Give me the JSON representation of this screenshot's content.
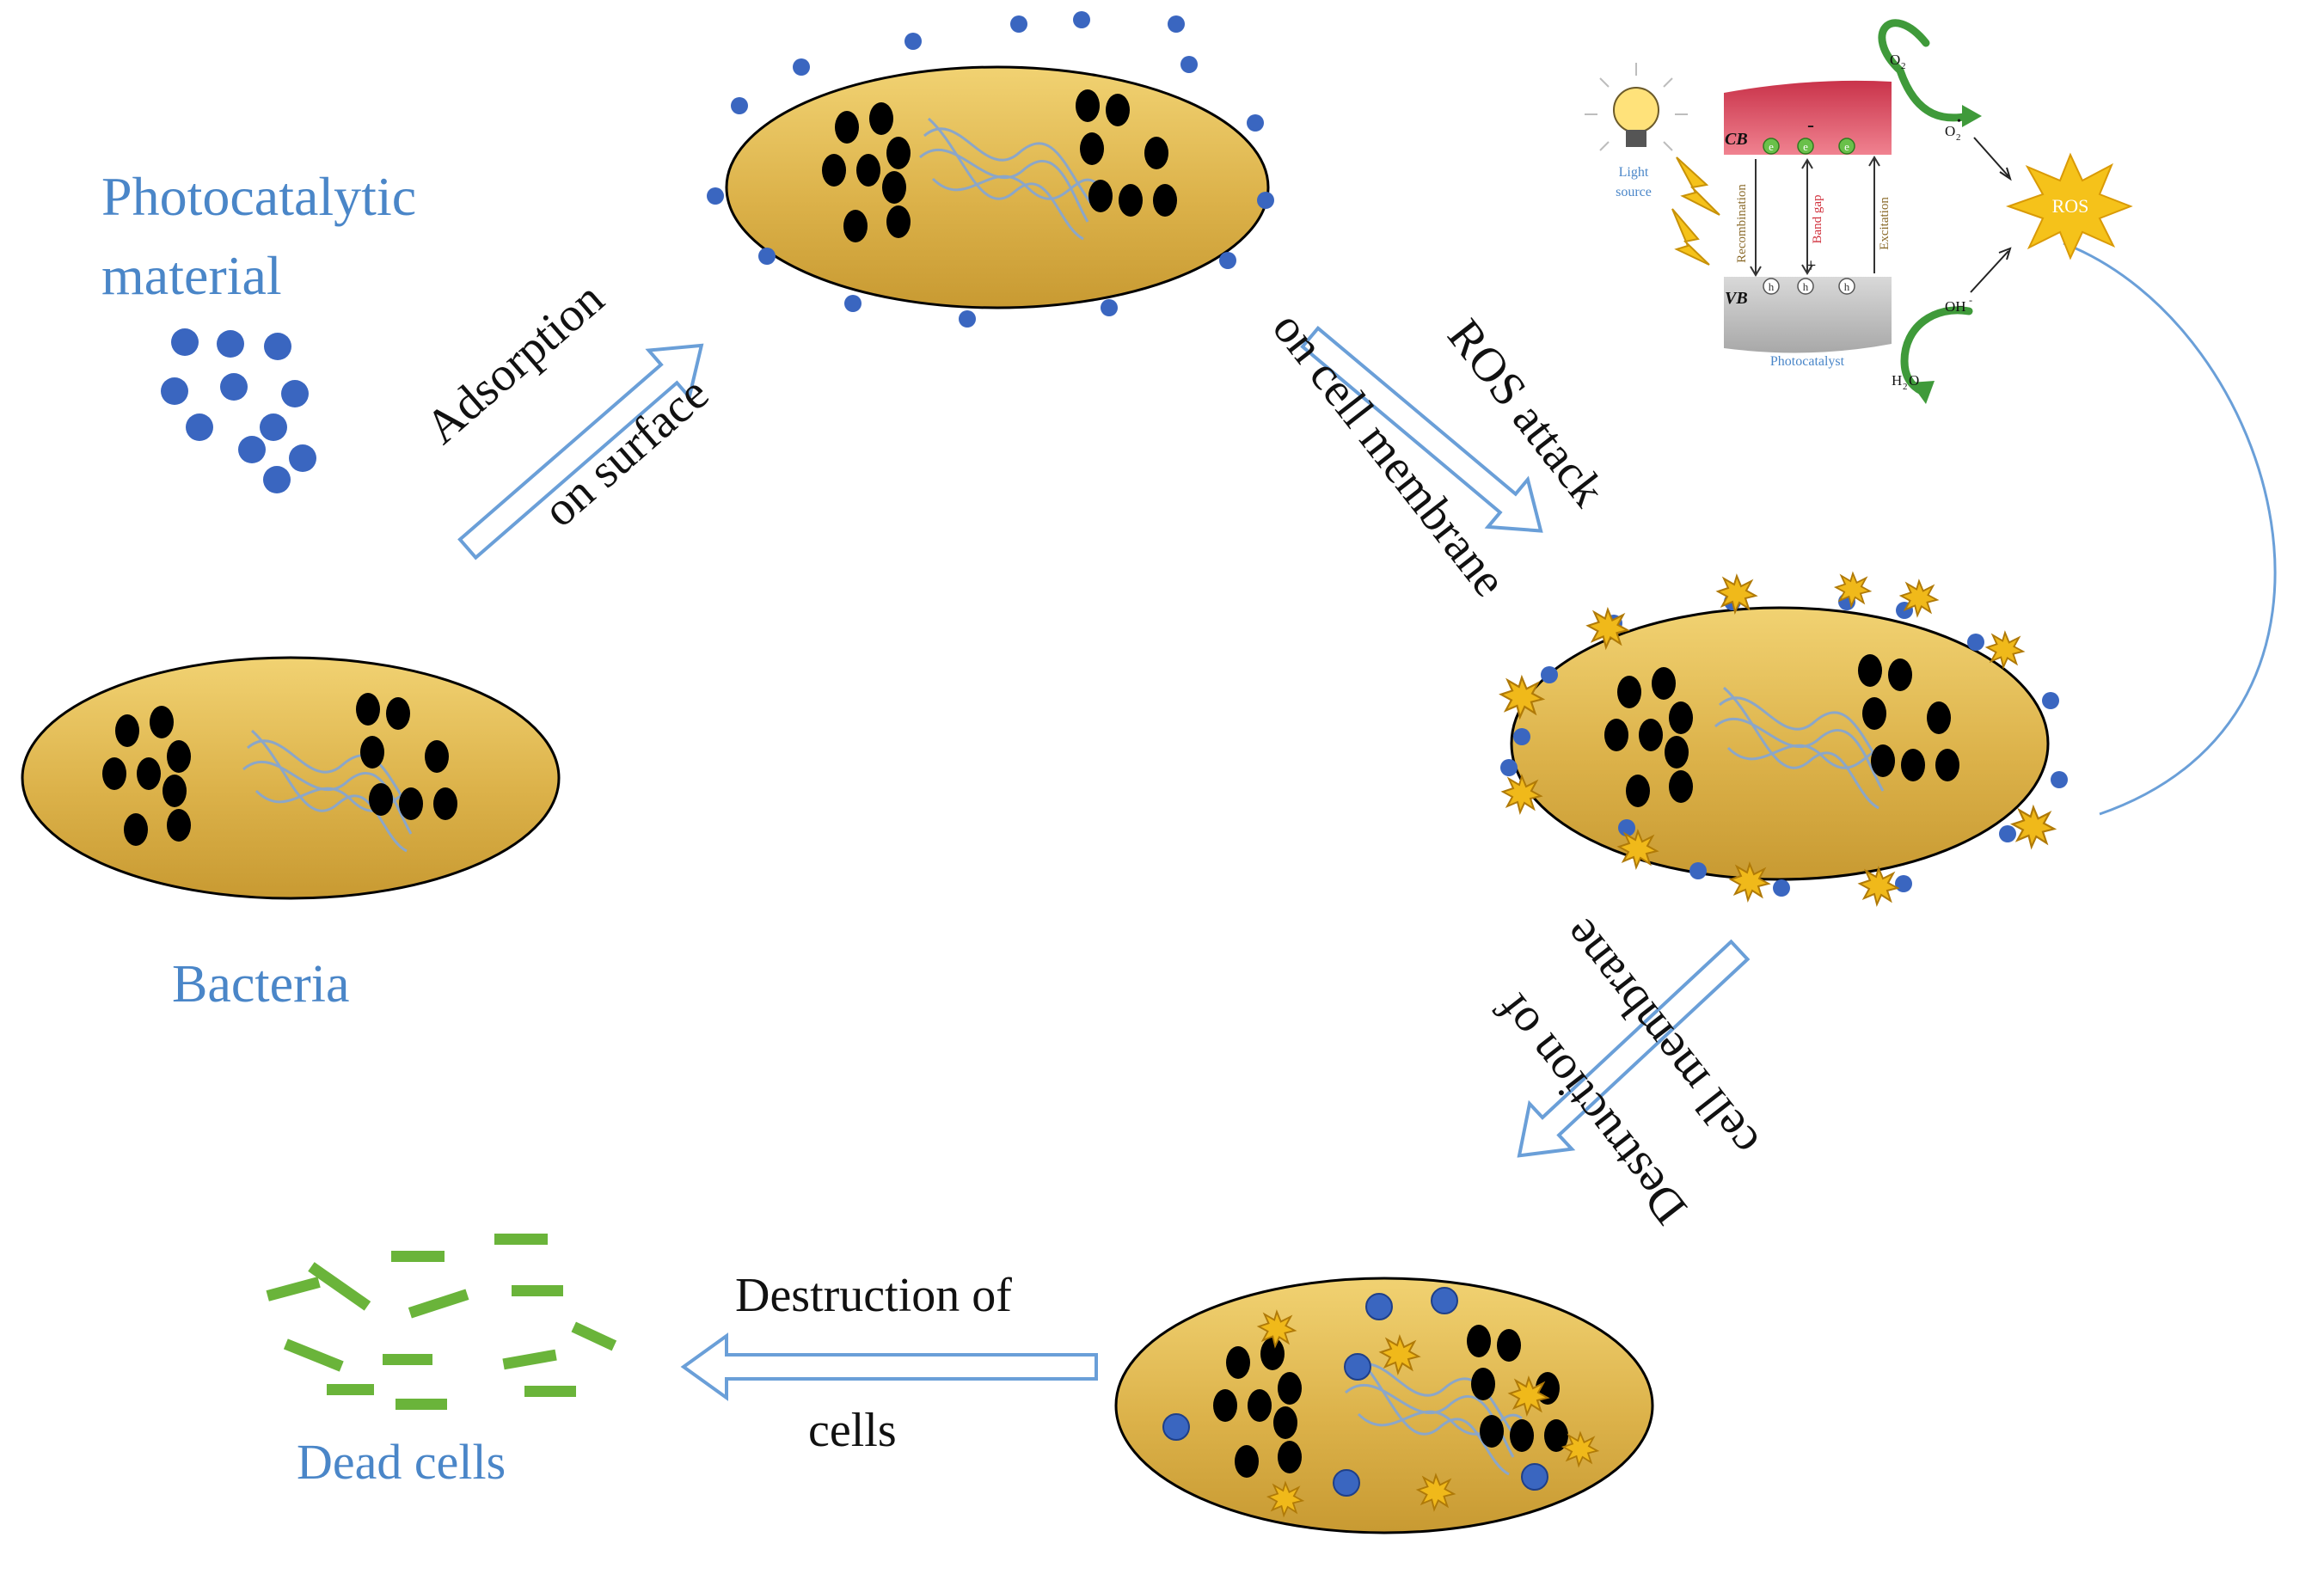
{
  "labels": {
    "photocatalytic_line1": "Photocatalytic",
    "photocatalytic_line2": "material",
    "bacteria": "Bacteria",
    "dead_cells": "Dead cells",
    "adsorption_line1": "Adsorption",
    "adsorption_line2": "on surface",
    "ros_attack_line1": "ROS attack",
    "ros_attack_line2": "on cell membrane",
    "destruction_membrane_line1": "Destruction of",
    "destruction_membrane_line2": "cell membrane",
    "destruction_cells_line1": "Destruction of",
    "destruction_cells_line2": "cells"
  },
  "inset": {
    "light_line1": "Light",
    "light_line2": "source",
    "cb": "CB",
    "vb": "VB",
    "electron": "e",
    "hole": "h",
    "minus": "-",
    "plus": "+",
    "recombination": "Recombination",
    "band_gap": "Band gap",
    "excitation": "Excitation",
    "photocatalyst": "Photocatalyst",
    "o2": "O",
    "o2_sub": "2",
    "superoxide": "O",
    "superoxide_sub": "2",
    "superoxide_sup": "•",
    "oh": "OH",
    "oh_sup": "-",
    "h2o": "H",
    "h2o_sub": "2",
    "h2o_tail": "O",
    "ros": "ROS"
  },
  "colors": {
    "cell_fill": "#dcb24a",
    "nucleoid": "#000000",
    "particle": "#3a66c0",
    "arrow": "#6a9fd8",
    "label_blue": "#4a86c8",
    "debris": "#6ab43a",
    "ros_star": "#f5c21a",
    "cb_fill": "#e05565",
    "vb_fill": "#c8c8c8"
  }
}
